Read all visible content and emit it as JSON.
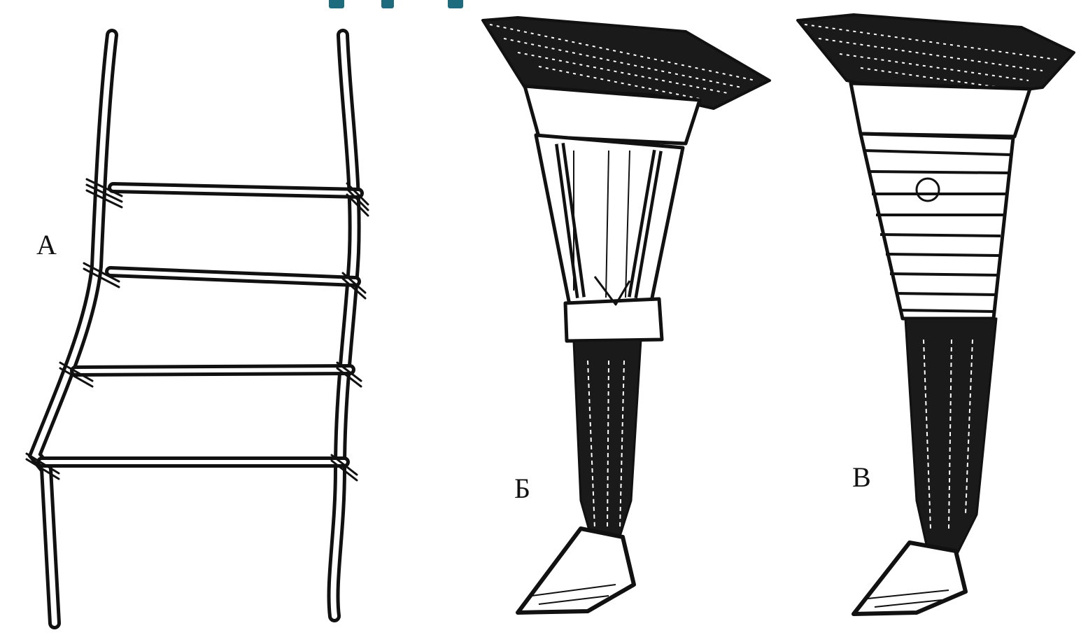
{
  "labels": {
    "a": "А",
    "b": "Б",
    "v": "В"
  },
  "colors": {
    "ink": "#111111",
    "title_accent": "#1f6b7e",
    "background": "#ffffff"
  },
  "figures": [
    {
      "id": "a",
      "depicts": "ladder-splint"
    },
    {
      "id": "b",
      "depicts": "leg-with-splints-and-bandage"
    },
    {
      "id": "v",
      "depicts": "leg-with-spiral-bandage"
    }
  ]
}
